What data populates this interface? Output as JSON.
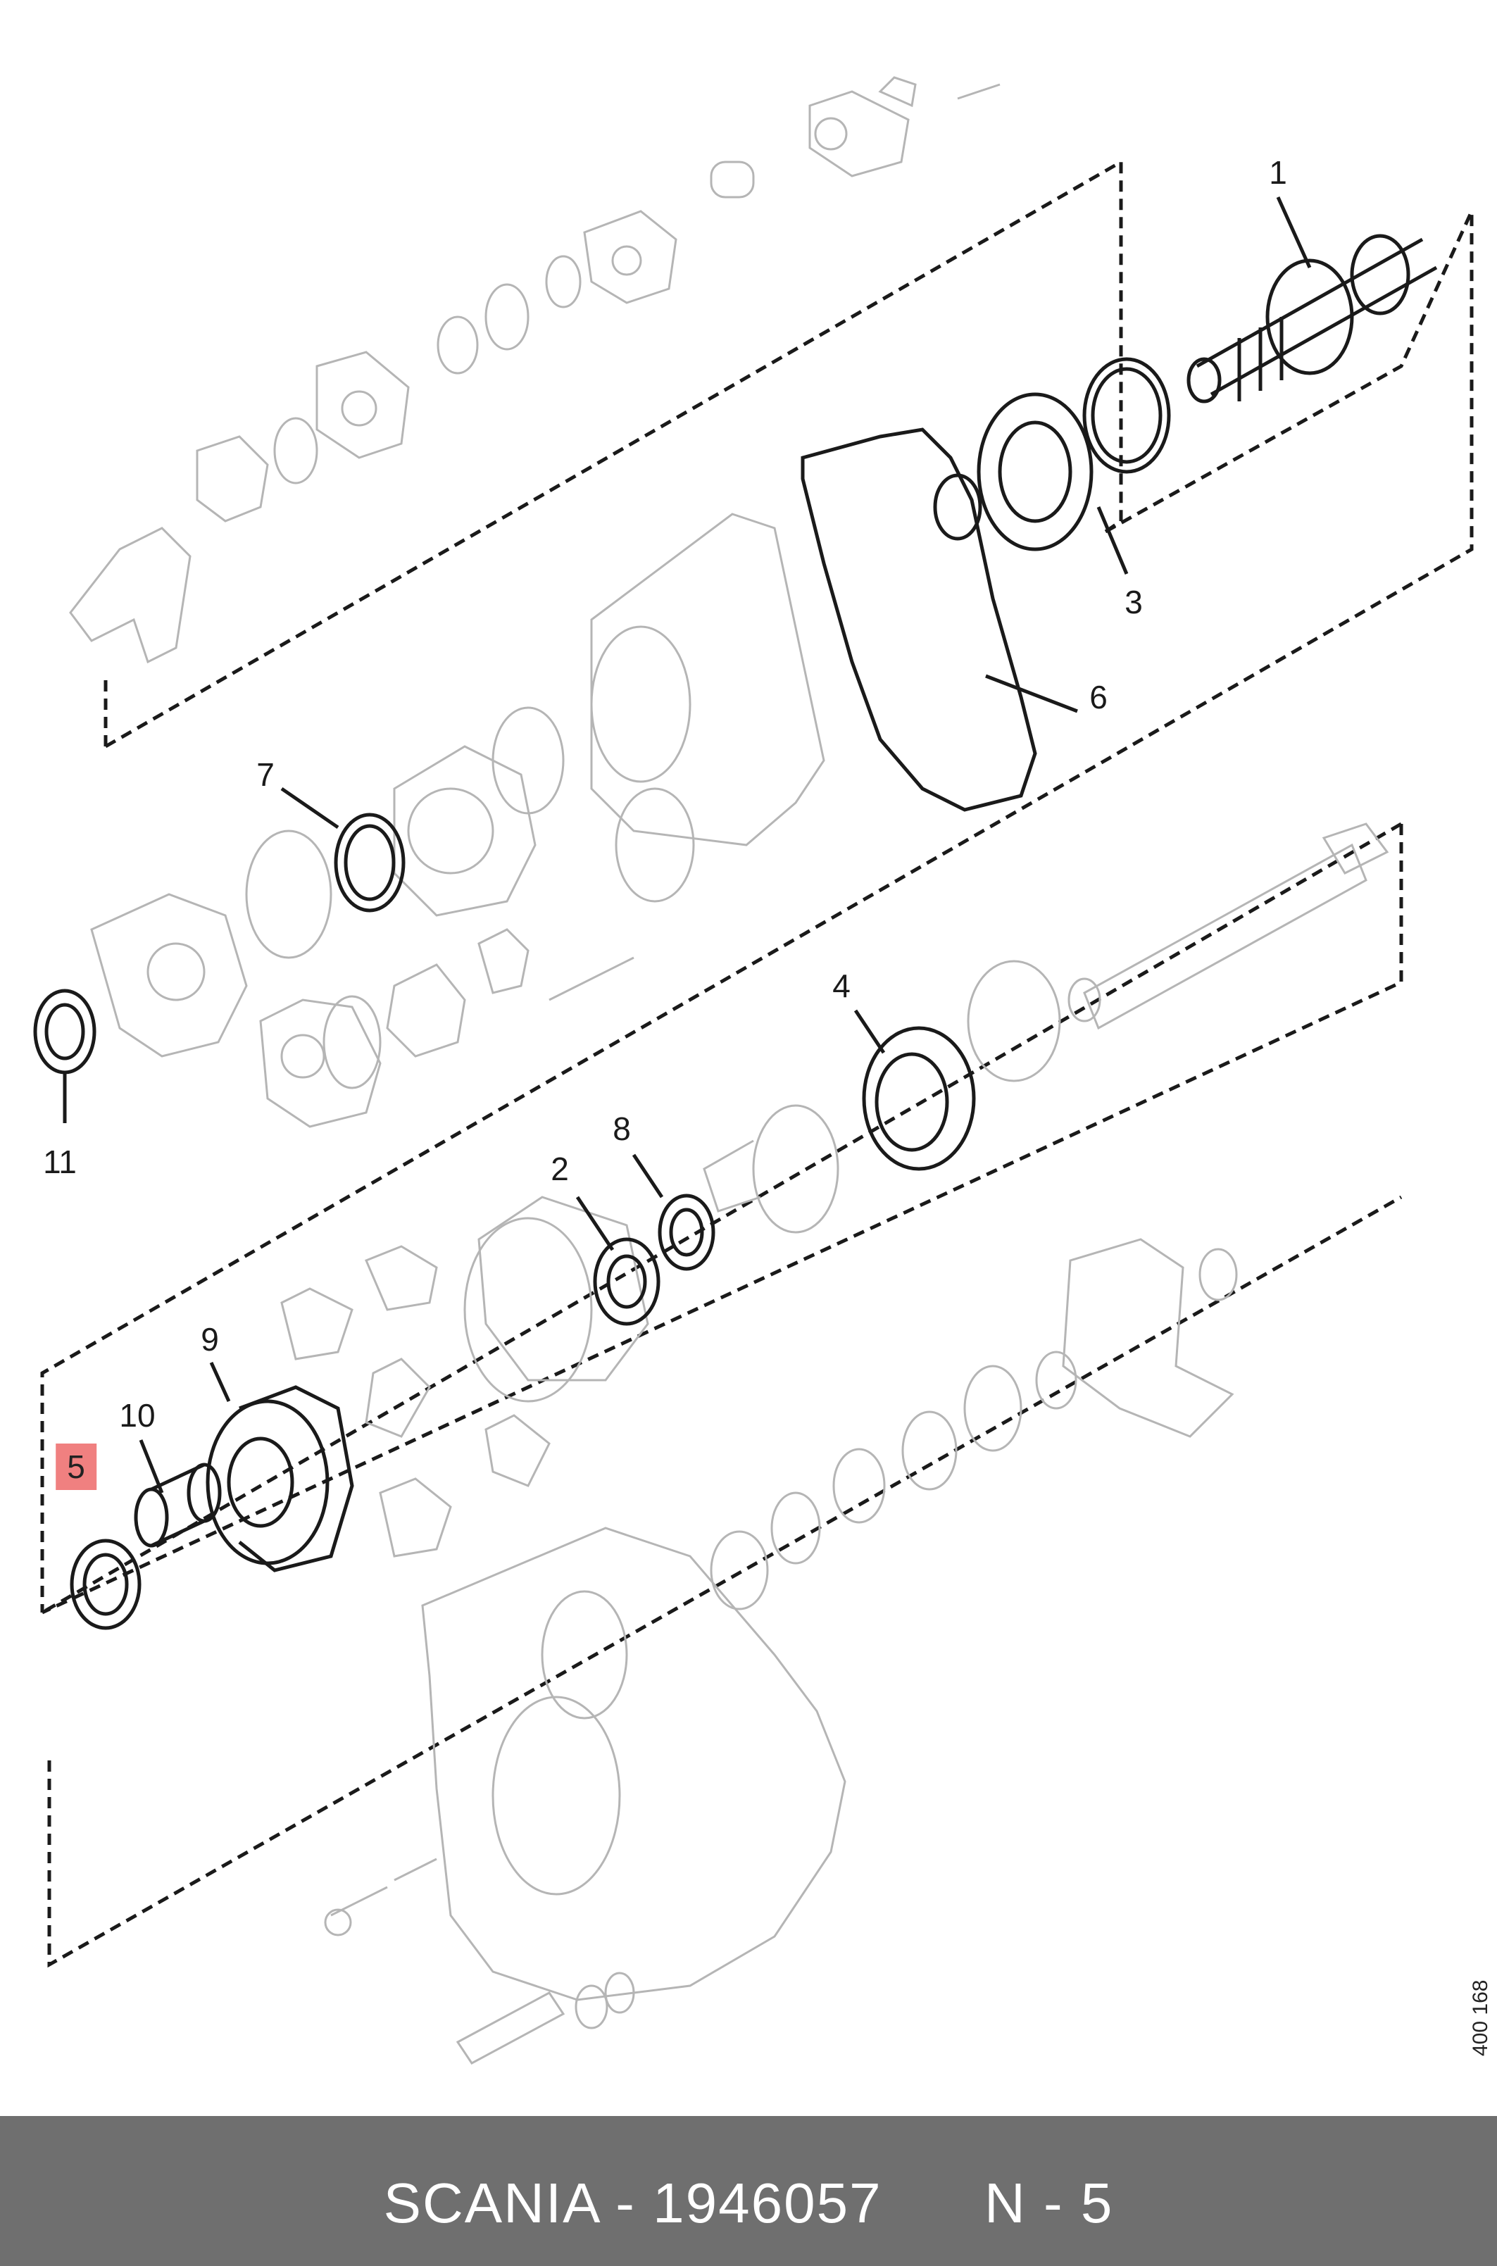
{
  "diagram": {
    "callouts": [
      "1",
      "2",
      "3",
      "4",
      "5",
      "6",
      "7",
      "8",
      "9",
      "10",
      "11"
    ],
    "highlighted_callout": "5",
    "document_number": "400 168",
    "colors": {
      "line_dark": "#1a1a1a",
      "line_ghost": "#b5b5b5",
      "highlight": "#f08080"
    }
  },
  "footer": {
    "brand": "SCANIA",
    "part_number": "1946057",
    "ref": "N - 5",
    "background": "#6f6f6f"
  }
}
